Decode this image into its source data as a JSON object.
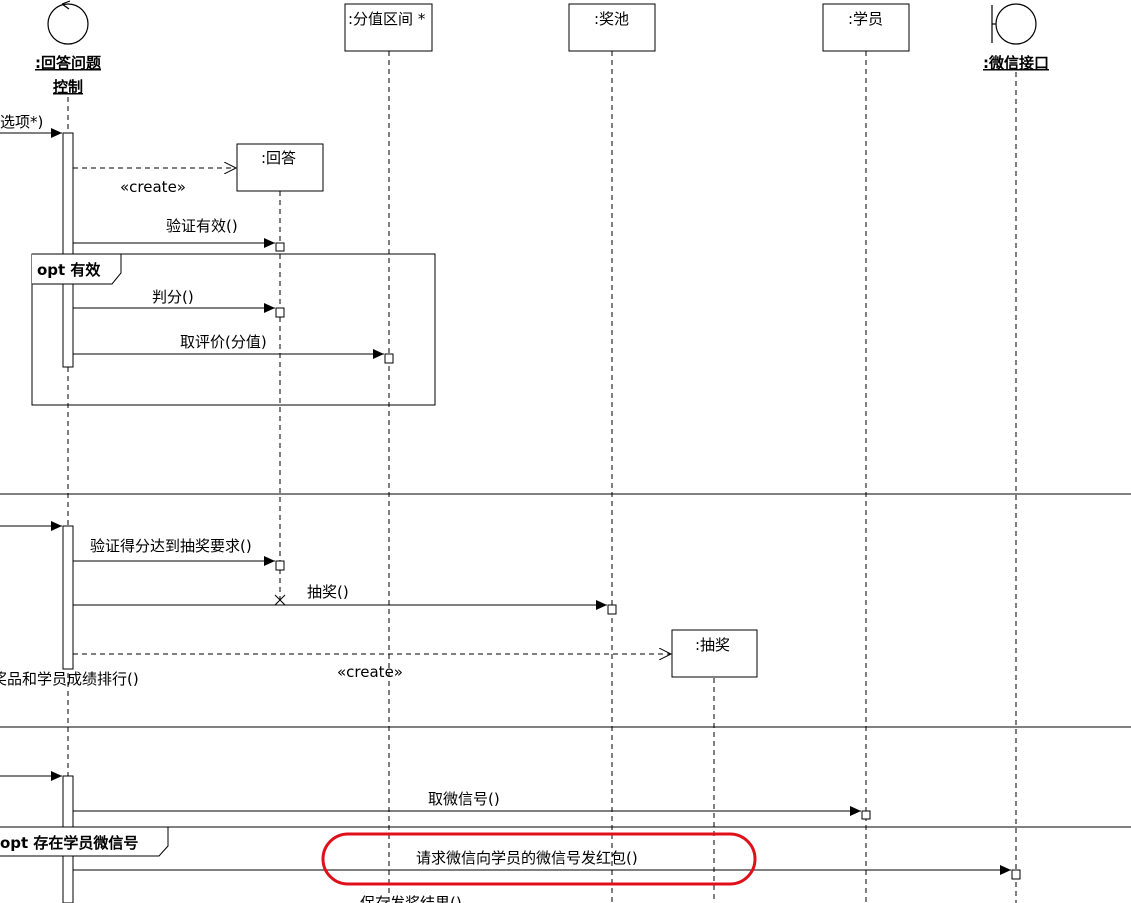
{
  "lifelines": {
    "control": {
      "label_line1": ":回答问题",
      "label_line2": "控制"
    },
    "range": {
      "label": ":分值区间 *"
    },
    "pool": {
      "label": ":奖池"
    },
    "student": {
      "label": ":学员"
    },
    "wechat": {
      "label": ":微信接口"
    },
    "answer": {
      "label": ":回答"
    },
    "lottery": {
      "label": ":抽奖"
    }
  },
  "messages": {
    "incoming_options": "选项*)",
    "create_answer": "«create»",
    "validate": "验证有效()",
    "judge": "判分()",
    "get_comment": "取评价(分值)",
    "check_lottery": "验证得分达到抽奖要求()",
    "draw": "抽奖()",
    "create_lottery": "«create»",
    "prize_rank": "奖品和学员成绩排行()",
    "get_wechat": "取微信号()",
    "request_redpacket": "请求微信向学员的微信号发红包()",
    "save_result": "保存发奖结果()"
  },
  "fragments": {
    "opt_valid": "opt 有效",
    "opt_has_wechat": "opt 存在学员微信号"
  },
  "colors": {
    "highlight": "#e0101a",
    "line": "#000000",
    "background": "#ffffff"
  }
}
